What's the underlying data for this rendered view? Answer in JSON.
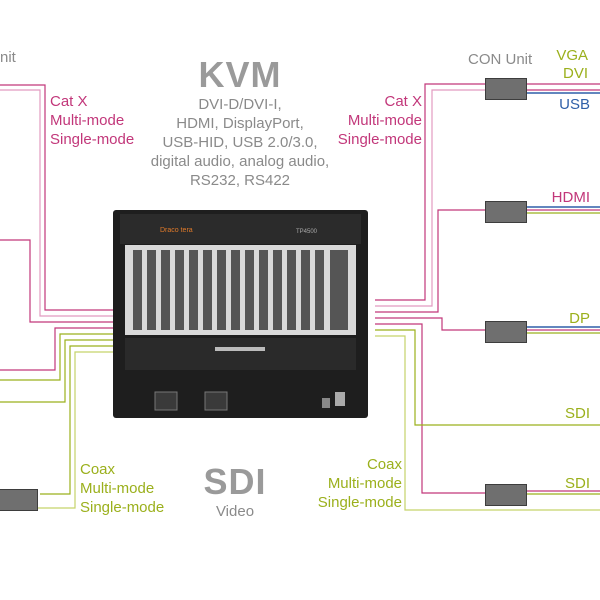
{
  "kvm": {
    "title": "KVM",
    "signals": [
      "DVI-D/DVI-I,",
      "HDMI, DisplayPort,",
      "USB-HID, USB 2.0/3.0,",
      "digital audio, analog audio,",
      "RS232, RS422"
    ]
  },
  "sdi": {
    "title": "SDI",
    "subtitle": "Video"
  },
  "left_labels": {
    "unit_fragment": "nit",
    "cat_media": [
      "Cat X",
      "Multi-mode",
      "Single-mode"
    ],
    "coax_media": [
      "Coax",
      "Multi-mode",
      "Single-mode"
    ]
  },
  "right_labels": {
    "con_unit": "CON Unit",
    "cat_media": [
      "Cat X",
      "Multi-mode",
      "Single-mode"
    ],
    "coax_media": [
      "Coax",
      "Multi-mode",
      "Single-mode"
    ],
    "ports": {
      "vga": "VGA",
      "dvi": "DVI",
      "usb": "USB",
      "hdmi": "HDMI",
      "dp": "DP",
      "sdi1": "SDI",
      "sdi2": "SDI"
    }
  },
  "device": {
    "brand": "Draco tera",
    "model": "TP4500"
  },
  "colors": {
    "kvm_line": "#c2377a",
    "sdi_line": "#9bb01c",
    "usb_line": "#2f5fa8",
    "chassis": "#1e1e1e"
  }
}
